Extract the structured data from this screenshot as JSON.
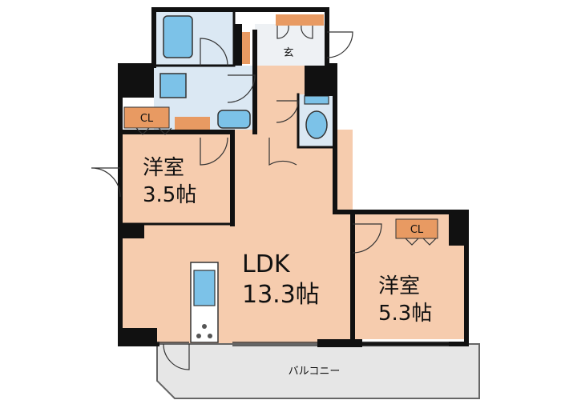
{
  "rooms": {
    "ldk": {
      "name": "LDK",
      "size": "13.3帖"
    },
    "western1": {
      "name": "洋室",
      "size": "3.5帖"
    },
    "western2": {
      "name": "洋室",
      "size": "5.3帖"
    },
    "closet1": "CL",
    "closet2": "CL",
    "entrance": "玄",
    "balcony": "バルコニー"
  },
  "colors": {
    "floor": "#f6ccae",
    "wall": "#111111",
    "wet": "#dbe8f3",
    "fixture": "#7cc2e8",
    "storage": "#e89a62",
    "balcony": "#e6e6e6"
  }
}
